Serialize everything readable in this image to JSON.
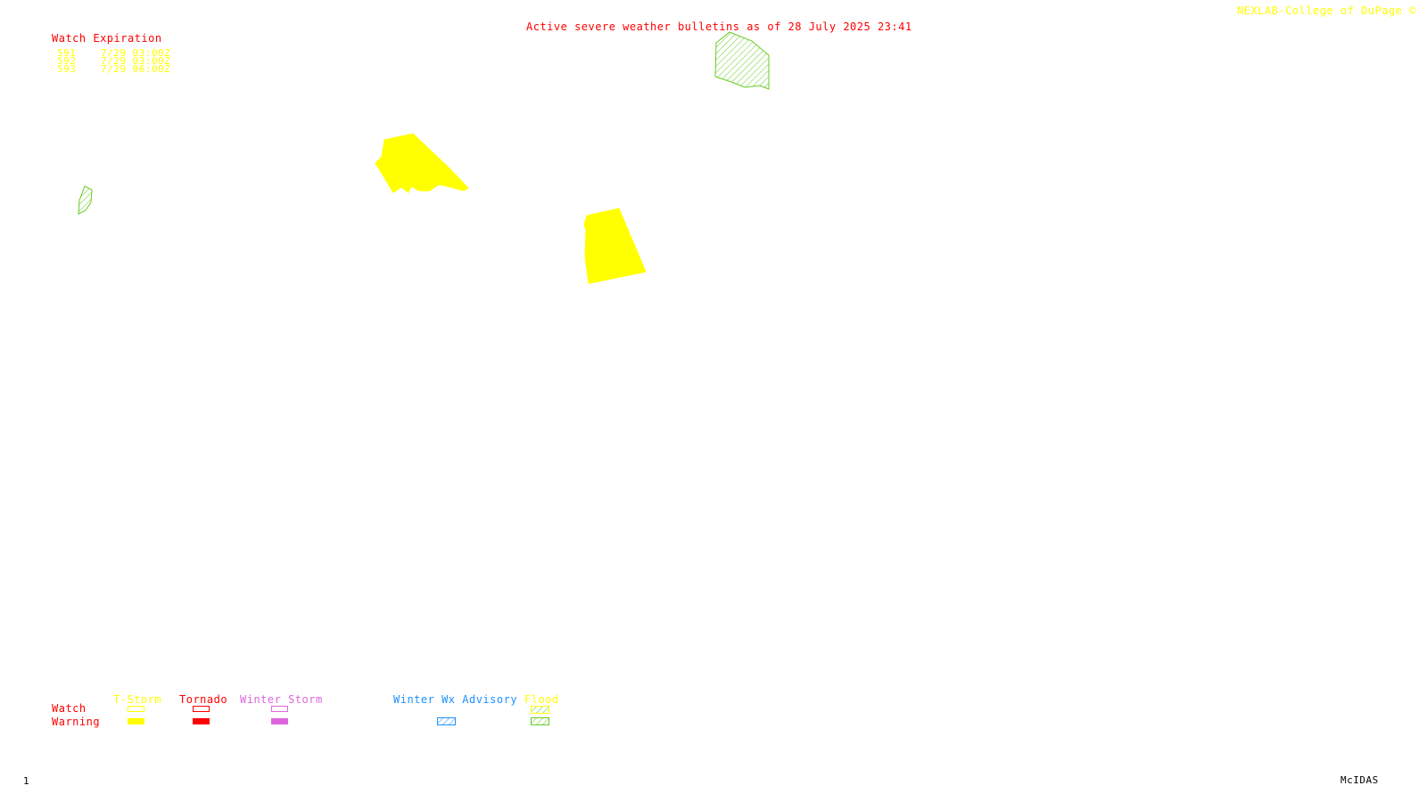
{
  "header": {
    "title": "Active severe weather bulletins as of 28 July 2025 23:41",
    "credit": "NEXLAB-College of DuPage ©"
  },
  "watch_table": {
    "heading": "Watch Expiration",
    "rows": [
      {
        "id": "591",
        "expires": "7/29 03:00Z"
      },
      {
        "id": "592",
        "expires": "7/29 03:00Z"
      },
      {
        "id": "593",
        "expires": "7/29 06:00Z"
      }
    ]
  },
  "legend": {
    "row_labels": {
      "watch": "Watch",
      "warning": "Warning"
    },
    "categories": [
      {
        "label": "T-Storm",
        "color": "#ffff00",
        "warning_style": "solid"
      },
      {
        "label": "Tornado",
        "color": "#ff0000",
        "warning_style": "solid"
      },
      {
        "label": "Winter Storm",
        "color": "#dd66dd",
        "warning_style": "solid"
      },
      {
        "label": "Winter Wx Advisory",
        "color": "#1e90ff",
        "warning_style": "hatched"
      },
      {
        "label": "Flood",
        "color": "#66cc22",
        "warning_style": "hatched"
      }
    ]
  },
  "map": {
    "alerts": [
      {
        "type": "Flood",
        "style": "hatched",
        "color": "#66cc22"
      },
      {
        "type": "T-Storm",
        "style": "solid",
        "color": "#ffff00"
      },
      {
        "type": "T-Storm",
        "style": "solid",
        "color": "#ffff00"
      },
      {
        "type": "Flood",
        "style": "hatched",
        "color": "#66cc22"
      }
    ]
  },
  "footer": {
    "frame_number": "1",
    "software": "McIDAS"
  },
  "colors": {
    "title": "#ff0000",
    "credit": "#ffff00",
    "watch_ids": "#ffff00",
    "legend_row_labels": "#ff0000"
  }
}
